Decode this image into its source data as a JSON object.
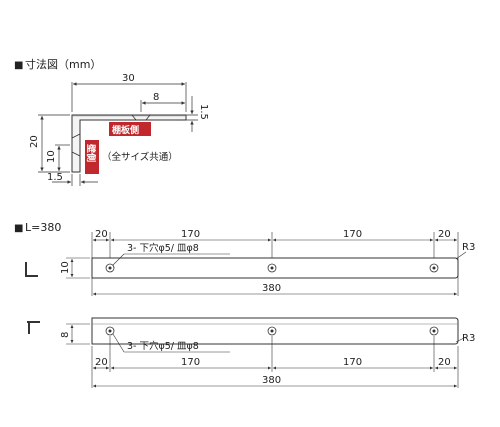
{
  "section_dimensions": {
    "title": "寸法図（mm）",
    "dim_30": "30",
    "dim_8": "8",
    "dim_1_5_top": "1.5",
    "dim_20": "20",
    "dim_10": "10",
    "dim_1_5_bottom": "1.5",
    "shelf_side_tag": "棚板側",
    "wall_side_tag": "壁側",
    "common_note": "（全サイズ共通）"
  },
  "section_l380": {
    "title": "L=380",
    "top_view": {
      "dim_left": "20",
      "dim_span1": "170",
      "dim_span2": "170",
      "dim_right": "20",
      "hole_note": "3- 下穴φ5/ 皿φ8",
      "height": "10",
      "radius": "R3",
      "length": "380"
    },
    "bottom_view": {
      "height": "8",
      "radius": "R3",
      "hole_note": "3- 下穴φ5/ 皿φ8",
      "dim_left": "20",
      "dim_span1": "170",
      "dim_span2": "170",
      "dim_right": "20",
      "length": "380"
    }
  },
  "colors": {
    "line": "#333333",
    "tag_red": "#c0282d"
  }
}
